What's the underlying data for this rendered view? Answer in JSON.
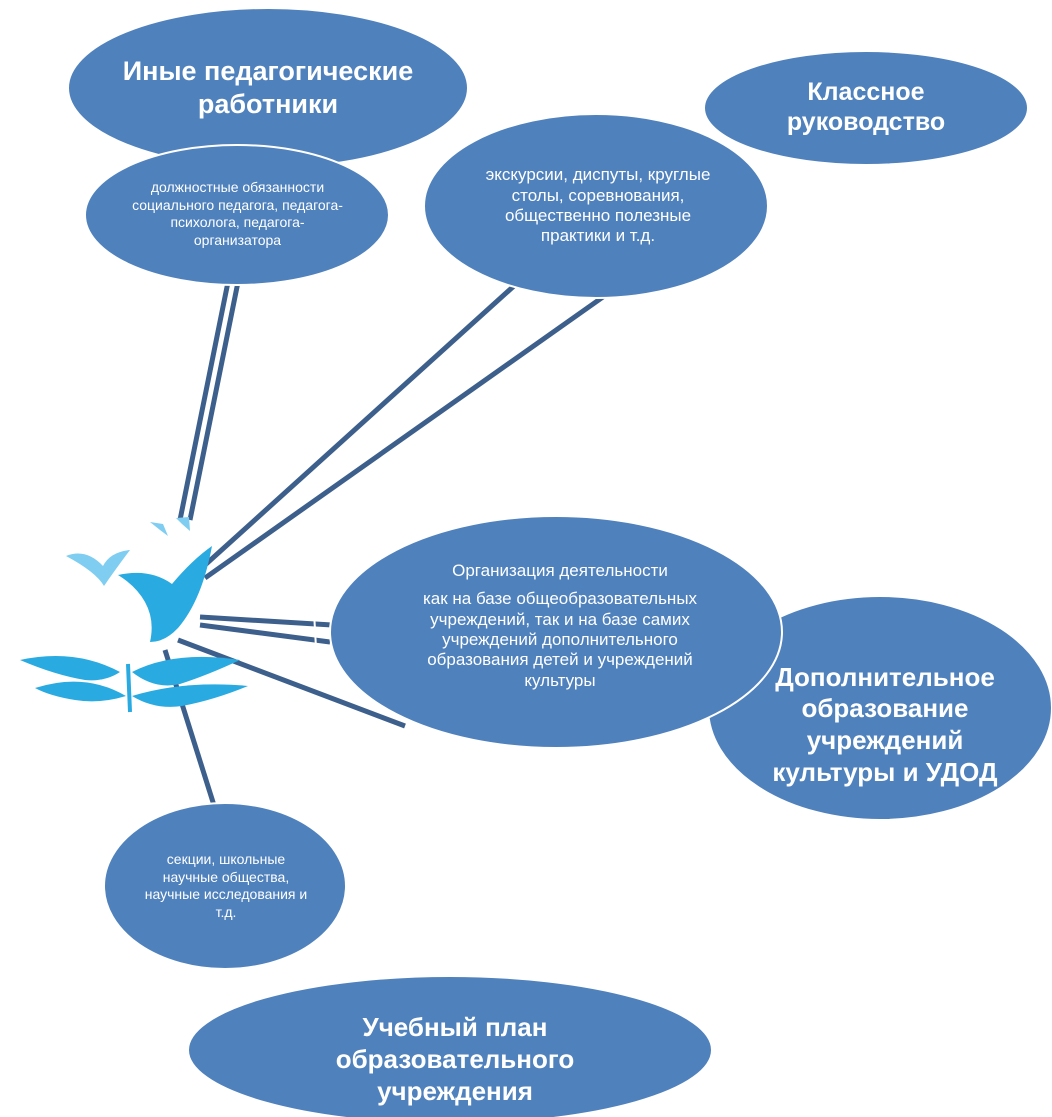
{
  "nodes": {
    "other_staff": {
      "title": "Иные педагогические работники",
      "description": "должностные обязанности социального педагога, педагога-психолога, педагога-организатора"
    },
    "class_management": {
      "title": "Классное руководство",
      "description": "экскурсии, диспуты, круглые столы, соревнования, общественно полезные практики и т.д."
    },
    "additional_education": {
      "title": "Дополнительное образование учреждений культуры и УДОД",
      "description_heading": "Организация деятельности",
      "description": "как на базе общеобразовательных учреждений, так и на базе самих учреждений дополнительного образования детей и учреждений культуры"
    },
    "curriculum": {
      "title": "Учебный план образовательного учреждения",
      "description": "секции, школьные научные общества, научные исследования и т.д."
    }
  },
  "colors": {
    "ellipse_fill": "#4f81bd",
    "connector": "#3d5f8c",
    "logo_bird": "#29aae1",
    "logo_light": "#7fcdf0"
  },
  "logo": {
    "icon": "birds-over-open-book-icon"
  }
}
